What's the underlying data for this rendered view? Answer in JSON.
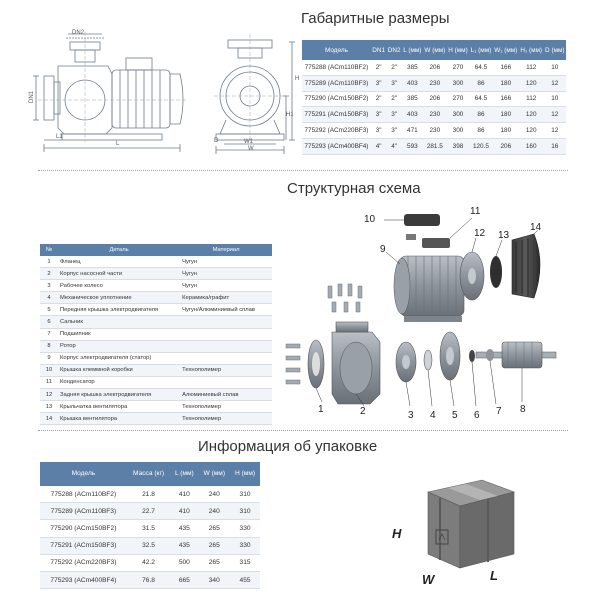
{
  "sections": {
    "dimensions_title": "Габаритные размеры",
    "structure_title": "Структурная схема",
    "packaging_title": "Информация об упаковке"
  },
  "drawing_labels": {
    "dn2": "DN2",
    "dn1": "DN1",
    "l1": "L1",
    "l": "L",
    "h": "H",
    "h1": "H1",
    "w": "W",
    "w1": "W1",
    "d": "D"
  },
  "dimensions_table": {
    "headers": [
      "Модель",
      "DN1",
      "DN2",
      "L (мм)",
      "W (мм)",
      "H (мм)",
      "L₁ (мм)",
      "W₁ (мм)",
      "H₁ (мм)",
      "D (мм)"
    ],
    "rows": [
      [
        "775288 (ACm110BF2)",
        "2\"",
        "2\"",
        "385",
        "206",
        "270",
        "64.5",
        "166",
        "112",
        "10"
      ],
      [
        "775289 (ACm110BF3)",
        "3\"",
        "3\"",
        "403",
        "230",
        "300",
        "86",
        "180",
        "120",
        "12"
      ],
      [
        "775290 (ACm150BF2)",
        "2\"",
        "2\"",
        "385",
        "206",
        "270",
        "64.5",
        "166",
        "112",
        "10"
      ],
      [
        "775291 (ACm150BF3)",
        "3\"",
        "3\"",
        "403",
        "230",
        "300",
        "86",
        "180",
        "120",
        "12"
      ],
      [
        "775292 (ACm220BF3)",
        "3\"",
        "3\"",
        "471",
        "230",
        "300",
        "86",
        "180",
        "120",
        "12"
      ],
      [
        "775293 (ACm400BF4)",
        "4\"",
        "4\"",
        "593",
        "281.5",
        "398",
        "120.5",
        "206",
        "160",
        "16"
      ]
    ]
  },
  "parts_table": {
    "headers": [
      "№",
      "Деталь",
      "Материал"
    ],
    "rows": [
      [
        "1",
        "Фланец",
        "Чугун"
      ],
      [
        "2",
        "Корпус насосной части",
        "Чугун"
      ],
      [
        "3",
        "Рабочее колесо",
        "Чугун"
      ],
      [
        "4",
        "Механическое уплотнение",
        "Керамика/графит"
      ],
      [
        "5",
        "Передняя крышка электродвигателя",
        "Чугун/Алюминиевый сплав"
      ],
      [
        "6",
        "Сальник",
        ""
      ],
      [
        "7",
        "Подшипник",
        ""
      ],
      [
        "8",
        "Ротор",
        ""
      ],
      [
        "9",
        "Корпус электродвигателя (статор)",
        ""
      ],
      [
        "10",
        "Крышка клеммной коробки",
        "Технополимер"
      ],
      [
        "11",
        "Конденсатор",
        ""
      ],
      [
        "12",
        "Задняя крышка электродвигателя",
        "Алюминиевый сплав"
      ],
      [
        "13",
        "Крыльчатка вентилятора",
        "Технополимер"
      ],
      [
        "14",
        "Крышка вентилятора",
        "Технополимер"
      ]
    ]
  },
  "callouts": [
    "1",
    "2",
    "3",
    "4",
    "5",
    "6",
    "7",
    "8",
    "9",
    "10",
    "11",
    "12",
    "13",
    "14"
  ],
  "packaging_table": {
    "headers": [
      "Модель",
      "Масса (кг)",
      "L (мм)",
      "W (мм)",
      "H (мм)"
    ],
    "rows": [
      [
        "775288 (ACm110BF2)",
        "21.8",
        "410",
        "240",
        "310"
      ],
      [
        "775289 (ACm110BF3)",
        "22.7",
        "410",
        "240",
        "310"
      ],
      [
        "775290 (ACm150BF2)",
        "31.5",
        "435",
        "265",
        "330"
      ],
      [
        "775291 (ACm150BF3)",
        "32.5",
        "435",
        "265",
        "330"
      ],
      [
        "775292 (ACm220BF3)",
        "42.2",
        "500",
        "265",
        "315"
      ],
      [
        "775293 (ACm400BF4)",
        "76.8",
        "665",
        "340",
        "455"
      ]
    ]
  },
  "box_labels": {
    "h": "H",
    "w": "W",
    "l": "L"
  },
  "colors": {
    "header_bg": "#5c7fa8",
    "row_alt": "#f1f4f8",
    "drawing_line": "#6f7c8a"
  }
}
